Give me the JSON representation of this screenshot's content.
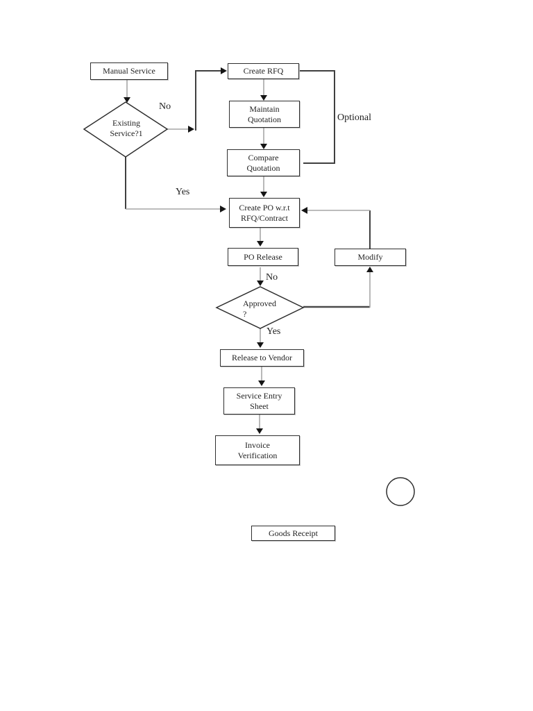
{
  "diagram": {
    "nodes": {
      "manual_service": {
        "label": "Manual Service",
        "shape": "rectangle"
      },
      "existing_service": {
        "label": "Existing\nService?1",
        "shape": "diamond"
      },
      "create_rfq": {
        "label": "Create RFQ",
        "shape": "rectangle"
      },
      "maintain_quotation": {
        "label": "Maintain\nQuotation",
        "shape": "rectangle"
      },
      "compare_quotation": {
        "label": "Compare\nQuotation",
        "shape": "rectangle"
      },
      "create_po": {
        "label": "Create PO w.r.t\nRFQ/Contract",
        "shape": "rectangle"
      },
      "po_release": {
        "label": "PO Release",
        "shape": "rectangle"
      },
      "modify": {
        "label": "Modify",
        "shape": "rectangle"
      },
      "approved": {
        "label": "Approved\n?",
        "shape": "diamond"
      },
      "release_to_vendor": {
        "label": "Release to Vendor",
        "shape": "rectangle"
      },
      "service_entry_sheet": {
        "label": "Service Entry\nSheet",
        "shape": "rectangle"
      },
      "invoice_verification": {
        "label": "Invoice\nVerification",
        "shape": "rectangle"
      },
      "goods_receipt": {
        "label": "Goods Receipt",
        "shape": "rectangle"
      },
      "connector_circle": {
        "label": "",
        "shape": "circle"
      }
    },
    "edge_labels": {
      "no_existing": "No",
      "yes_existing": "Yes",
      "optional": "Optional",
      "no_approved": "No",
      "yes_approved": "Yes"
    },
    "colors": {
      "background": "#ffffff",
      "line_light": "#a6a6a6",
      "line_dark": "#3f3f3f",
      "shape_border": "#2e2e2e",
      "text": "#1f1f1f"
    }
  }
}
